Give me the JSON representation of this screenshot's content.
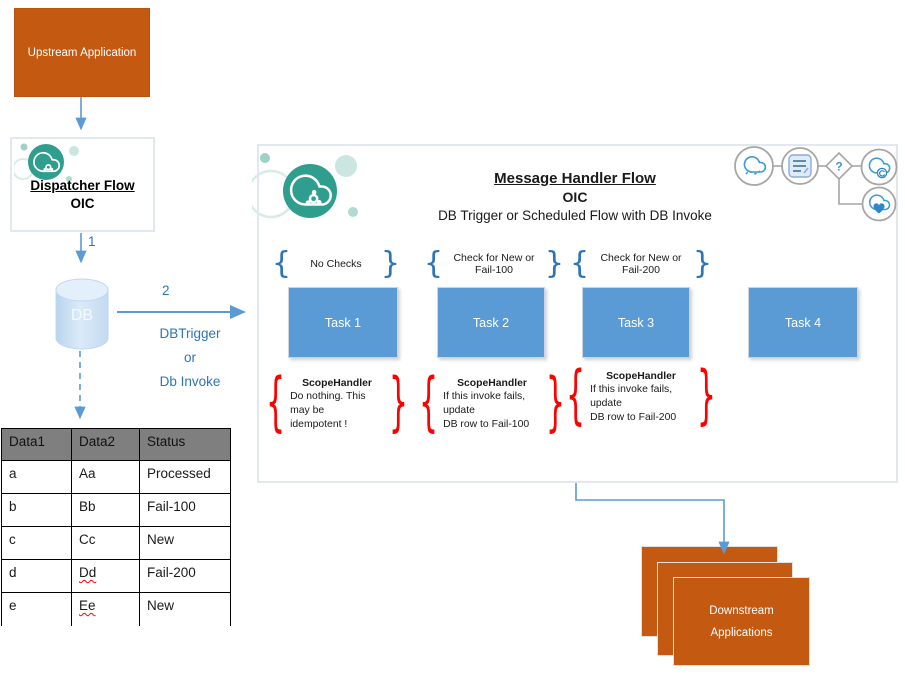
{
  "colors": {
    "orange": "#C45911",
    "task_blue": "#5B9BD5",
    "connector_blue": "#5B9BD5",
    "label_blue": "#2E75B6",
    "oic_teal": "#2F9E8E",
    "scope_brace_red": "#FF0000",
    "table_header_gray": "#7F7F7F"
  },
  "glyphs": {
    "brace_l": "{",
    "brace_r": "}",
    "question": "?"
  },
  "upstream": {
    "label": "Upstream Application"
  },
  "dispatcher": {
    "title": "Dispatcher Flow",
    "subtitle": "OIC"
  },
  "db": {
    "label": "DB"
  },
  "flow": {
    "step1": "1",
    "step2": "2",
    "trigger1": "DBTrigger",
    "trigger2": "or",
    "trigger3": "Db Invoke"
  },
  "table": {
    "headers": [
      "Data1",
      "Data2",
      "Status"
    ],
    "rows": [
      [
        "a",
        "Aa",
        "Processed"
      ],
      [
        "b",
        "Bb",
        "Fail-100"
      ],
      [
        "c",
        "Cc",
        "New"
      ],
      [
        "d",
        "Dd",
        "Fail-200"
      ],
      [
        "e",
        "Ee",
        "New"
      ]
    ],
    "spellcheck_marked_words": [
      "Dd",
      "Ee"
    ]
  },
  "handler": {
    "title": "Message Handler Flow",
    "subtitle": "OIC",
    "description": "DB Trigger or Scheduled Flow with DB Invoke",
    "checks": [
      "No Checks",
      "Check for New or Fail-100",
      "Check for New or Fail-200"
    ],
    "tasks": [
      "Task 1",
      "Task 2",
      "Task 3",
      "Task 4"
    ],
    "scopes": [
      {
        "title": "ScopeHandler",
        "line1": "Do nothing. This may be",
        "line2": "idempotent !"
      },
      {
        "title": "ScopeHandler",
        "line1": "If this invoke fails, update",
        "line2": "DB row to Fail-100"
      },
      {
        "title": "ScopeHandler",
        "line1": "If this invoke fails, update",
        "line2": "DB row to Fail-200"
      }
    ]
  },
  "downstream": {
    "line1": "Downstream",
    "line2": "Applications"
  }
}
